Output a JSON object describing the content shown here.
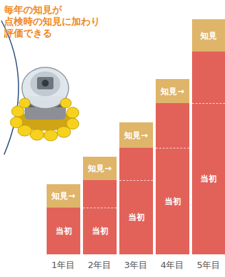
{
  "diagram": {
    "title": "毎年の知見が 点検時の知見に加わり 評価できる",
    "nodes": [
      {
        "text": [
          "知見→"
        ]
      },
      {
        "text": [
          "当初"
        ]
      },
      {
        "text": [
          "知見→"
        ]
      },
      {
        "text": [
          "当初"
        ]
      },
      {
        "text": [
          "知見→"
        ]
      },
      {
        "text": [
          "当初"
        ]
      },
      {
        "text": [
          "知見→"
        ]
      },
      {
        "text": [
          "当初"
        ]
      },
      {
        "text": [
          "知見"
        ]
      },
      {
        "text": [
          "当初"
        ]
      }
    ],
    "labels": [
      "1年目",
      "2年目",
      "3年目",
      "4年目",
      "5年目"
    ]
  }
}
